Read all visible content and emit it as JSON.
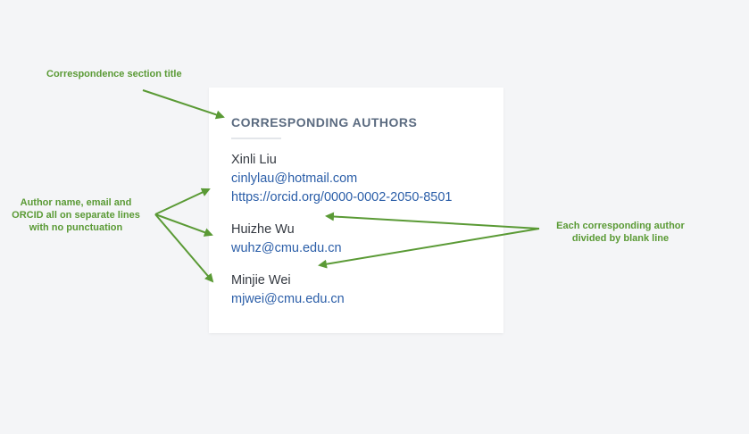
{
  "card": {
    "title": "CORRESPONDING AUTHORS",
    "authors": [
      {
        "name": "Xinli Liu",
        "email": "cinlylau@hotmail.com",
        "orcid": "https://orcid.org/0000-0002-2050-8501"
      },
      {
        "name": "Huizhe Wu",
        "email": "wuhz@cmu.edu.cn"
      },
      {
        "name": "Minjie Wei",
        "email": "mjwei@cmu.edu.cn"
      }
    ]
  },
  "annotations": {
    "section_title": "Correspondence section title",
    "author_lines": [
      "Author name, email and",
      "ORCID all on separate lines",
      "with no punctuation"
    ],
    "blank_line": [
      "Each corresponding author",
      "divided by blank line"
    ]
  },
  "colors": {
    "annotation": "#5a9a35",
    "link": "#2b5ea8",
    "title": "#5b6b80",
    "background": "#f4f5f7"
  }
}
